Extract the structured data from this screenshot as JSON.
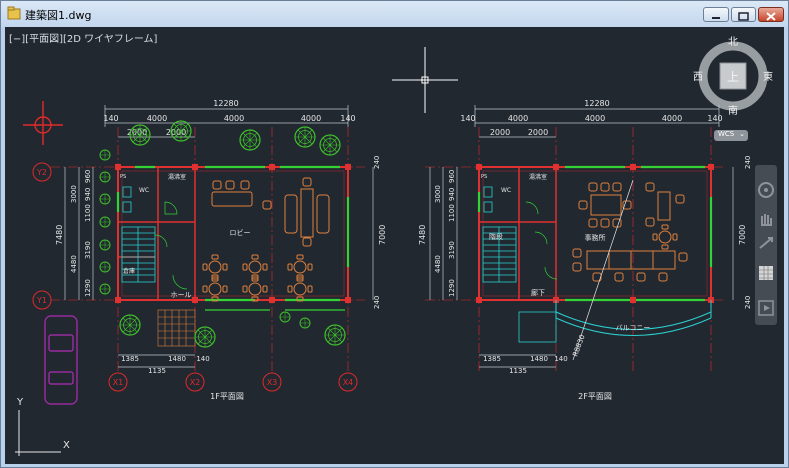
{
  "window": {
    "title": "建築図1.dwg",
    "controls": [
      "minimize",
      "maximize",
      "close"
    ]
  },
  "viewport_label": "[−][平面図][2D ワイヤフレーム]",
  "viewcube": {
    "north": "北",
    "south": "南",
    "east": "東",
    "west": "西",
    "top": "上",
    "ucs": "WCS"
  },
  "plan1": {
    "title": "1F平面図",
    "overall_dim": "12280",
    "dims_top": [
      "140",
      "4000",
      "4000",
      "4000",
      "140"
    ],
    "dims_top_sub": [
      "2000",
      "2000"
    ],
    "dims_right": [
      "240",
      "7000",
      "240"
    ],
    "dims_left_total": "7480",
    "dims_left_sub": [
      "3000",
      "960",
      "940",
      "1100",
      "3190",
      "4480",
      "1290"
    ],
    "dims_bottom": [
      "1385",
      "1480",
      "140",
      "1135"
    ],
    "rooms": {
      "lobby": "ロビー",
      "toilet": "WC",
      "ps": "PS",
      "sink": "湯沸室",
      "hall": "ホール",
      "storage": "倉庫"
    },
    "axes_x": [
      "X1",
      "X2",
      "X3",
      "X4"
    ],
    "axes_y": [
      "Y2",
      "Y1"
    ]
  },
  "plan2": {
    "title": "2F平面図",
    "overall_dim": "12280",
    "dims_top": [
      "140",
      "4000",
      "4000",
      "4000",
      "140"
    ],
    "dims_top_sub": [
      "2000",
      "2000"
    ],
    "dims_right": [
      "240",
      "7000",
      "240"
    ],
    "dims_left_total": "7480",
    "dims_left_sub": [
      "3000",
      "960",
      "940",
      "1100",
      "3190",
      "4480",
      "1290"
    ],
    "dims_bottom": [
      "1385",
      "1480",
      "140",
      "1135"
    ],
    "radius": "R8830",
    "rooms": {
      "office": "事務所",
      "toilet": "WC",
      "ps": "PS",
      "sink": "湯沸室",
      "stairs": "階段",
      "corridor": "廊下",
      "balcony": "バルコニー"
    }
  },
  "ucs_axes": {
    "x": "X",
    "y": "Y"
  },
  "colors": {
    "background": "#212830",
    "walls": "#e03030",
    "windows": "#34d234",
    "trees": "#3fbf2a",
    "stairs": "#2ad0d0",
    "furniture": "#e0803c",
    "grid_bubble": "#e02a2a"
  },
  "navbar_icons": [
    "steering-wheel-icon",
    "pan-icon",
    "zoom-icon",
    "orbit-icon",
    "showmotion-icon"
  ]
}
